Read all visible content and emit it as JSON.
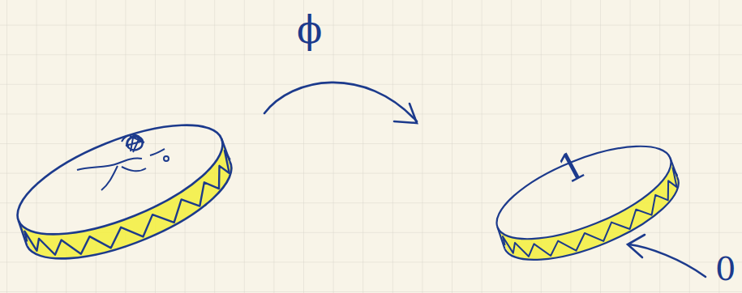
{
  "diagram": {
    "labels": [
      "ϕ",
      "1",
      "0"
    ]
  }
}
